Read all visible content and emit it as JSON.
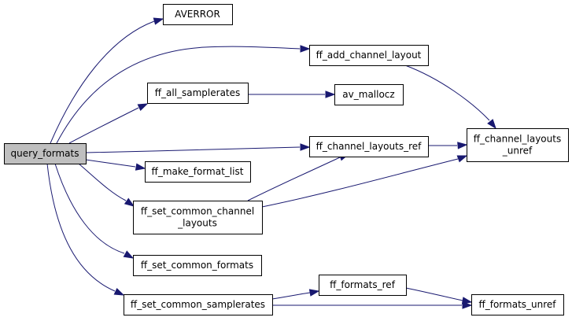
{
  "diagram": {
    "nodes": [
      {
        "id": "query_formats",
        "lines": [
          "query_formats"
        ]
      },
      {
        "id": "AVERROR",
        "lines": [
          "AVERROR"
        ]
      },
      {
        "id": "ff_add_channel_layout",
        "lines": [
          "ff_add_channel_layout"
        ]
      },
      {
        "id": "ff_all_samplerates",
        "lines": [
          "ff_all_samplerates"
        ]
      },
      {
        "id": "av_mallocz",
        "lines": [
          "av_mallocz"
        ]
      },
      {
        "id": "ff_channel_layouts_ref",
        "lines": [
          "ff_channel_layouts_ref"
        ]
      },
      {
        "id": "ff_channel_layouts_unref",
        "lines": [
          "ff_channel_layouts",
          "_unref"
        ]
      },
      {
        "id": "ff_make_format_list",
        "lines": [
          "ff_make_format_list"
        ]
      },
      {
        "id": "ff_set_common_channel_layouts",
        "lines": [
          "ff_set_common_channel",
          "_layouts"
        ]
      },
      {
        "id": "ff_set_common_formats",
        "lines": [
          "ff_set_common_formats"
        ]
      },
      {
        "id": "ff_set_common_samplerates",
        "lines": [
          "ff_set_common_samplerates"
        ]
      },
      {
        "id": "ff_formats_ref",
        "lines": [
          "ff_formats_ref"
        ]
      },
      {
        "id": "ff_formats_unref",
        "lines": [
          "ff_formats_unref"
        ]
      }
    ],
    "edges": [
      {
        "from": "query_formats",
        "to": "AVERROR"
      },
      {
        "from": "query_formats",
        "to": "ff_add_channel_layout"
      },
      {
        "from": "query_formats",
        "to": "ff_all_samplerates"
      },
      {
        "from": "query_formats",
        "to": "ff_channel_layouts_ref"
      },
      {
        "from": "query_formats",
        "to": "ff_make_format_list"
      },
      {
        "from": "query_formats",
        "to": "ff_set_common_channel_layouts"
      },
      {
        "from": "query_formats",
        "to": "ff_set_common_formats"
      },
      {
        "from": "query_formats",
        "to": "ff_set_common_samplerates"
      },
      {
        "from": "ff_add_channel_layout",
        "to": "ff_channel_layouts_unref"
      },
      {
        "from": "ff_all_samplerates",
        "to": "av_mallocz"
      },
      {
        "from": "ff_channel_layouts_ref",
        "to": "ff_channel_layouts_unref"
      },
      {
        "from": "ff_set_common_channel_layouts",
        "to": "ff_channel_layouts_ref"
      },
      {
        "from": "ff_set_common_channel_layouts",
        "to": "ff_channel_layouts_unref"
      },
      {
        "from": "ff_set_common_samplerates",
        "to": "ff_formats_ref"
      },
      {
        "from": "ff_set_common_samplerates",
        "to": "ff_formats_unref"
      },
      {
        "from": "ff_formats_ref",
        "to": "ff_formats_unref"
      }
    ],
    "colors": {
      "edge": "#191970",
      "root_fill": "#bfbfbf",
      "node_fill": "#ffffff",
      "node_border": "#000000",
      "text": "#000000"
    }
  }
}
